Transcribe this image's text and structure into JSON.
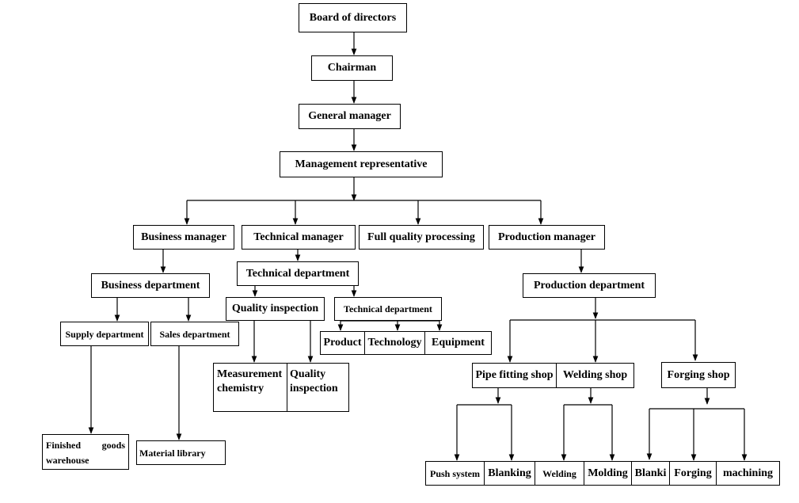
{
  "nodes": {
    "board": "Board of directors",
    "chairman": "Chairman",
    "general_manager": "General manager",
    "management_rep": "Management representative",
    "business_manager": "Business manager",
    "technical_manager": "Technical manager",
    "full_quality": "Full quality processing",
    "production_manager": "Production manager",
    "business_department": "Business department",
    "technical_department": "Technical department",
    "production_department": "Production department",
    "supply_department": "Supply department",
    "sales_department": "Sales department",
    "quality_inspection": "Quality inspection",
    "technical_department_sub": "Technical department",
    "product": "Product",
    "technology": "Technology",
    "equipment": "Equipment",
    "measurement_1": "Measurement",
    "measurement_2": "chemistry",
    "quality_inspection_2a": "Quality",
    "quality_inspection_2b": "inspection",
    "finished_1": "Finished",
    "finished_2": "goods",
    "finished_3": "warehouse",
    "material_library": "Material library",
    "pipe_fitting_shop": "Pipe fitting shop",
    "welding_shop": "Welding shop",
    "forging_shop": "Forging shop",
    "push_system": "Push system",
    "blanking": "Blanking",
    "welding": "Welding",
    "molding": "Molding",
    "blanki": "Blanki",
    "forging": "Forging",
    "machining": "machining"
  }
}
